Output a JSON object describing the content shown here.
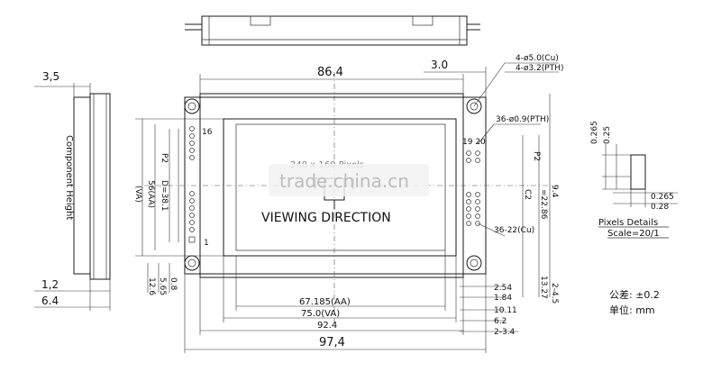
{
  "drawing": {
    "overall_width": "97,4",
    "bezel_width": "92.4",
    "panel_width": "86.4",
    "va_width": "75.0(VA)",
    "aa_width": "67.185(AA)",
    "right_margin": "3.0",
    "side_thickness": "3,5",
    "side_dim_1": "1,2",
    "side_dim_2": "6.4",
    "side_label": "Component Height",
    "holes_note_1": "4-ø5.0(Cu)",
    "holes_note_2": "4-ø3.2(PTH)",
    "pins_note": "36-ø0.9(PTH)",
    "pads_note": "36-22(Cu)",
    "pin_16": "16",
    "pin_1": "1",
    "pin_19_20": "19 20",
    "viewing_direction": "VIEWING DIRECTION",
    "resolution_partial": "240 x 160 Pixels",
    "p2_left": "P2",
    "d_dim": "D=38.1",
    "aa_v": "56(AA)",
    "va_v": "(VA)",
    "v_dim_a": "12.6",
    "v_dim_b": "5.65",
    "v_dim_c": "0.8",
    "r_dim_254": "2.54",
    "r_dim_184": "1.84",
    "r_dim_1011": "10.11",
    "r_dim_62": "6.2",
    "r_dim_234": "2-3.4",
    "r_dim_1327": "13.27",
    "r_dim_245": "2-4.5",
    "r_dim_94": "9.4",
    "r_dim_2286": "=22.86",
    "r_dim_c2": "C2",
    "r_p2": "P2",
    "px_265": "0.265",
    "px_125": "0.25",
    "px_h265": "0.265",
    "px_028": "0.28",
    "pixels_details": "Pixels Details",
    "scale": "Scale=20/1",
    "tolerance": "公差: ±0.2",
    "unit": "单位: mm"
  },
  "watermark": "trade.china.cn"
}
